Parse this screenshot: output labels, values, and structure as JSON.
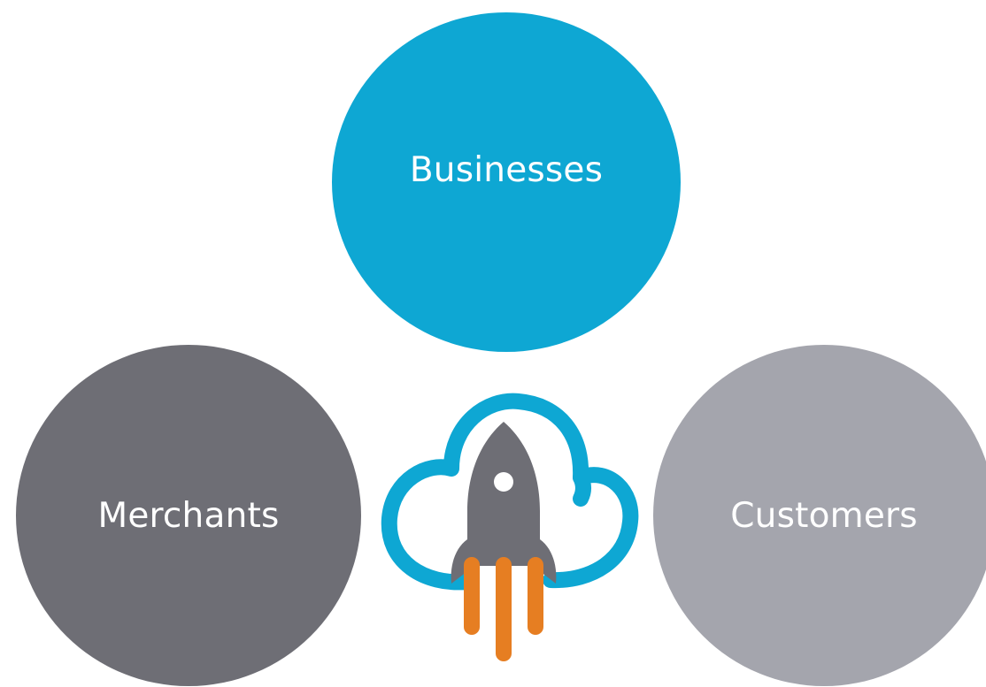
{
  "diagram": {
    "nodes": [
      {
        "id": "businesses",
        "label": "Businesses",
        "color": "#0ea7d3"
      },
      {
        "id": "merchants",
        "label": "Merchants",
        "color": "#6e6e75"
      },
      {
        "id": "customers",
        "label": "Customers",
        "color": "#a4a5ad"
      }
    ],
    "logo": {
      "icon": "cloud-rocket-icon",
      "cloud_color": "#0ea7d3",
      "rocket_color": "#6e6e75",
      "flame_color": "#e67e22"
    }
  }
}
